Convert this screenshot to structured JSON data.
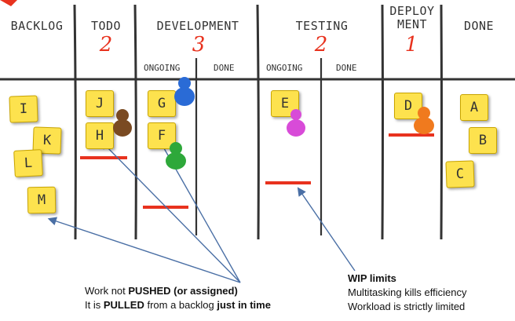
{
  "columns": [
    {
      "id": "backlog",
      "title": "BACKLOG"
    },
    {
      "id": "todo",
      "title": "TODO",
      "limit": "2"
    },
    {
      "id": "development",
      "title": "DEVELOPMENT",
      "limit": "3",
      "sub": [
        "ONGOING",
        "DONE"
      ]
    },
    {
      "id": "testing",
      "title": "TESTING",
      "limit": "2",
      "sub": [
        "ONGOING",
        "DONE"
      ]
    },
    {
      "id": "deployment",
      "title_line1": "DEPLOY",
      "title_line2": "MENT",
      "limit": "1"
    },
    {
      "id": "done",
      "title": "DONE"
    }
  ],
  "cards": {
    "i": "I",
    "k": "K",
    "l": "L",
    "m": "M",
    "j": "J",
    "h": "H",
    "g": "G",
    "f": "F",
    "e": "E",
    "d": "D",
    "a": "A",
    "b": "B",
    "c": "C"
  },
  "caption_left": {
    "l1_a": "Work not ",
    "l1_b": "PUSHED (or assigned)",
    "l2_a": "It is ",
    "l2_b": "PULLED",
    "l2_c": " from a backlog ",
    "l2_d": "just in time"
  },
  "caption_right": {
    "title": "WIP limits",
    "line1": "Multitasking kills efficiency",
    "line2": "Workload is strictly limited"
  },
  "colors": {
    "accent": "#e8321e",
    "note": "#fde24e",
    "arrow": "#4a6fa5",
    "person_brown": "#7a4a22",
    "person_blue": "#2a6bd6",
    "person_green": "#2ea83a",
    "person_pink": "#d84bd8",
    "person_orange": "#f07a1e"
  }
}
